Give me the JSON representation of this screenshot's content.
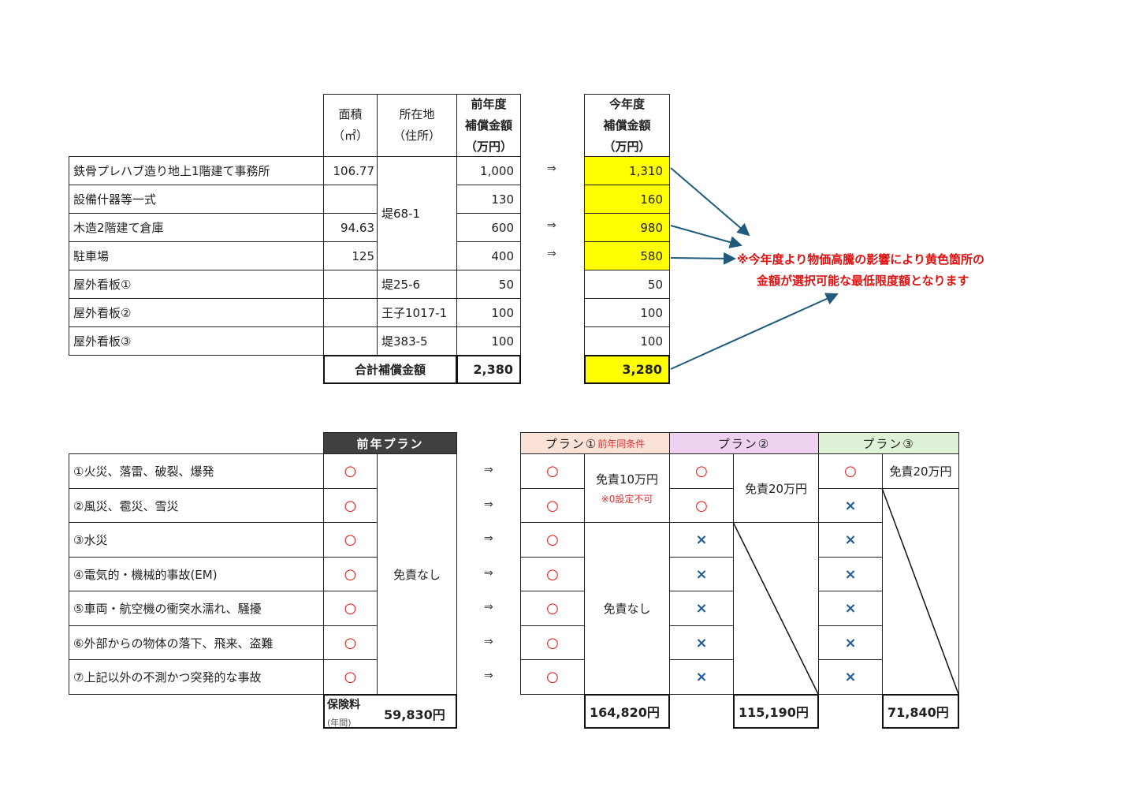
{
  "top_table": {
    "headers": {
      "area": [
        "面積",
        "（㎡）"
      ],
      "location": [
        "所在地",
        "（住所）"
      ],
      "prev": [
        "前年度",
        "補償金額",
        "（万円）"
      ],
      "curr": [
        "今年度",
        "補償金額",
        "（万円）"
      ]
    },
    "rows": [
      {
        "name": "鉄骨プレハブ造り地上1階建て事務所",
        "area": "106.77",
        "prev": "1,000",
        "arrow": "⇒",
        "curr": "1,310",
        "highlight": true
      },
      {
        "name": "設備什器等一式",
        "area": "",
        "prev": "130",
        "arrow": "",
        "curr": "160",
        "highlight": true
      },
      {
        "name": "木造2階建て倉庫",
        "area": "94.63",
        "prev": "600",
        "arrow": "⇒",
        "curr": "980",
        "highlight": true
      },
      {
        "name": "駐車場",
        "area": "125",
        "prev": "400",
        "arrow": "⇒",
        "curr": "580",
        "highlight": true
      },
      {
        "name": "屋外看板①",
        "area": "",
        "location": "堤25-6",
        "prev": "50",
        "arrow": "",
        "curr": "50"
      },
      {
        "name": "屋外看板②",
        "area": "",
        "location": "王子1017-1",
        "prev": "100",
        "arrow": "",
        "curr": "100"
      },
      {
        "name": "屋外看板③",
        "area": "",
        "location": "堤383-5",
        "prev": "100",
        "arrow": "",
        "curr": "100"
      }
    ],
    "merged_location": "堤68-1",
    "total_label": "合計補償金額",
    "total_prev": "2,380",
    "total_curr": "3,280",
    "note": [
      "※今年度より物価高騰の影響により黄色箇所の",
      "金額が選択可能な最低限度額となります"
    ],
    "colors": {
      "highlight": "#ffff00",
      "note": "#e01010",
      "arrow": "#1f5b7a"
    }
  },
  "bottom_table": {
    "prev_plan_header": "前年プラン",
    "risks": [
      "①火災、落雷、破裂、爆発",
      "②風災、雹災、雪災",
      "③水災",
      "④電気的・機械的事故(EM)",
      "⑤車両・航空機の衝突水濡れ、騒擾",
      "⑥外部からの物体の落下、飛来、盗難",
      "⑦上記以外の不測かつ突発的な事故"
    ],
    "prev_marks": [
      "○",
      "○",
      "○",
      "○",
      "○",
      "○",
      "○"
    ],
    "prev_deductible": "免責なし",
    "arrow": "⇒",
    "premium_label": "保険料",
    "premium_sub": "(年間)",
    "prev_premium": "59,830円",
    "plans": [
      {
        "title": "プラン①",
        "title_note": "前年同条件",
        "color": "#fbe2d8",
        "marks": [
          "○",
          "○",
          "○",
          "○",
          "○",
          "○",
          "○"
        ],
        "deductible_top": "免責10万円",
        "deductible_note": "※0設定不可",
        "deductible_rest": "免責なし",
        "premium": "164,820円"
      },
      {
        "title": "プラン②",
        "color": "#efd2ef",
        "marks": [
          "○",
          "○",
          "×",
          "×",
          "×",
          "×",
          "×"
        ],
        "deductible_top": "免責20万円",
        "premium": "115,190円"
      },
      {
        "title": "プラン③",
        "color": "#dff1d6",
        "marks": [
          "○",
          "×",
          "×",
          "×",
          "×",
          "×",
          "×"
        ],
        "deductible_top": "免責20万円",
        "premium": "71,840円"
      }
    ]
  }
}
